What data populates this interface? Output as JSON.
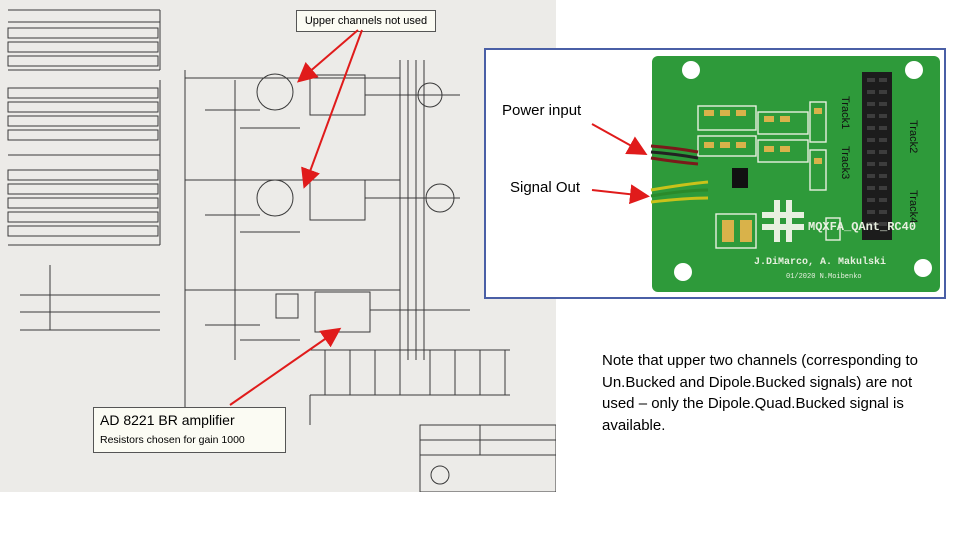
{
  "callouts": {
    "upper_channels": "Upper channels not used",
    "amplifier_title": "AD 8221 BR amplifier",
    "amplifier_subtitle": "Resistors chosen for gain 1000"
  },
  "photo": {
    "power_label": "Power input",
    "signal_label": "Signal Out",
    "board_name": "MQXFA_QAnt_RC40",
    "board_authors": "J.DiMarco, A. Makulski",
    "board_date": "01/2020 N.Moibenko",
    "tracks": [
      "Track1",
      "Track2",
      "Track3",
      "Track4"
    ]
  },
  "note": "Note that upper two channels (corresponding to Un.Bucked and Dipole.Bucked signals) are not used – only the Dipole.Quad.Bucked signal is available.",
  "colors": {
    "pcb_green": "#2e9a3a",
    "arrow_red": "#e01b1b",
    "panel_border": "#4a5fa6",
    "scan_background": "#ecebe8"
  }
}
